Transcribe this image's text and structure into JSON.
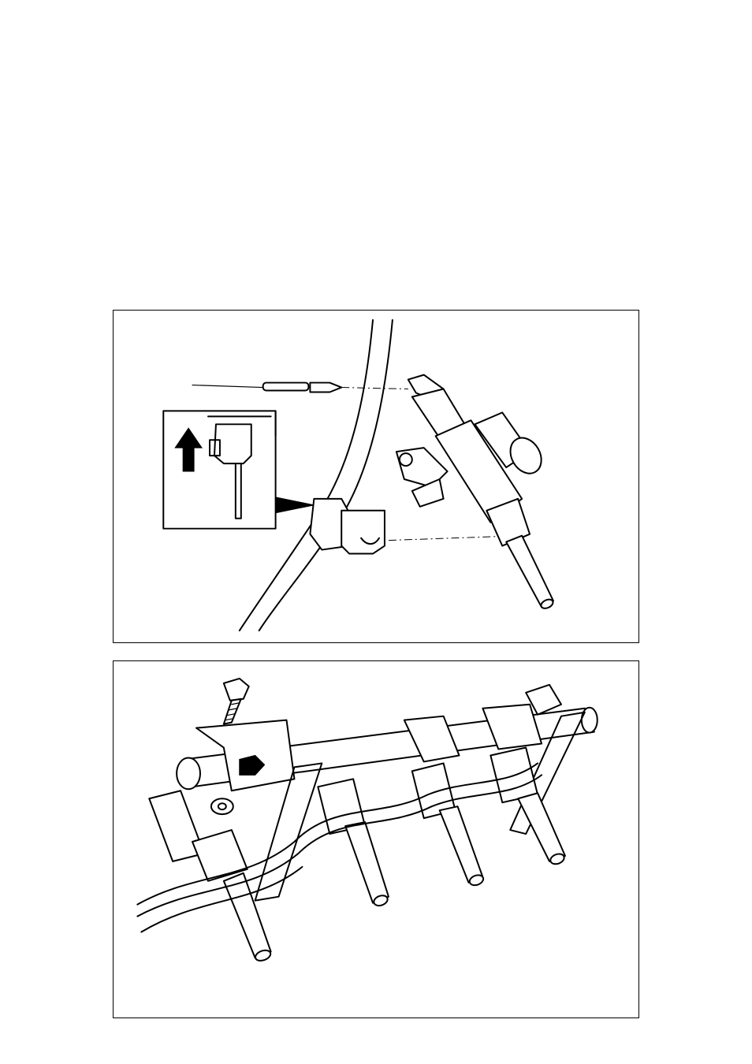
{
  "page": {
    "figures": [
      {
        "id": "fig1",
        "subject": "injector-and-connector-with-inset"
      },
      {
        "id": "fig2",
        "subject": "fuel-rail-assembly-with-four-injectors"
      }
    ]
  },
  "colors": {
    "ink": "#000000",
    "paper": "#ffffff"
  }
}
